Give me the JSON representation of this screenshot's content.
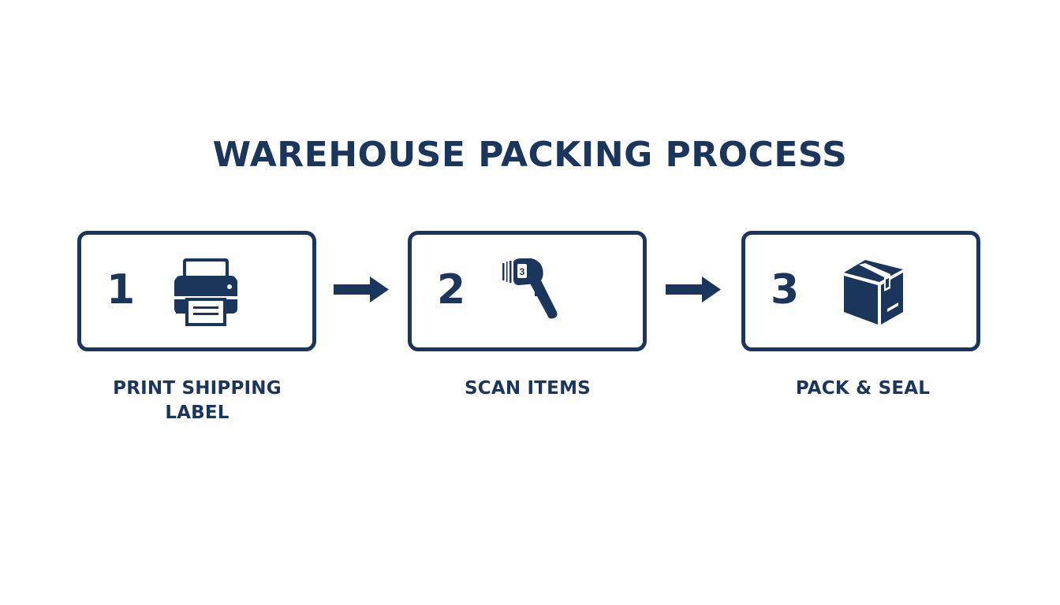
{
  "title": "WAREHOUSE PACKING PROCESS",
  "colors": {
    "primary": "#1a365d",
    "background": "#ffffff"
  },
  "steps": [
    {
      "number": "1",
      "label": "PRINT SHIPPING LABEL",
      "icon": "printer-icon"
    },
    {
      "number": "2",
      "label": "SCAN ITEMS",
      "icon": "barcode-scanner-icon"
    },
    {
      "number": "3",
      "label": "PACK & SEAL",
      "icon": "box-icon"
    }
  ]
}
